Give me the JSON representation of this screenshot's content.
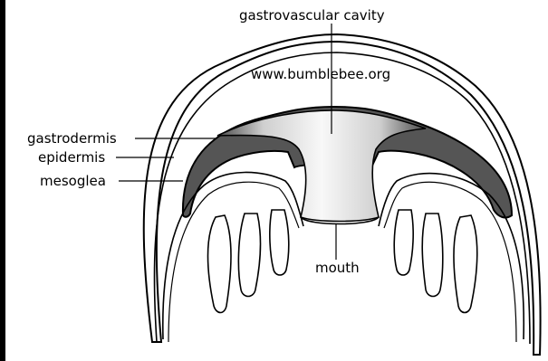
{
  "labels": {
    "gastrovascular_cavity": "gastrovascular cavity",
    "watermark": "www.bumblebee.org",
    "gastrodermis": "gastrodermis",
    "epidermis": "epidermis",
    "mesoglea": "mesoglea",
    "mouth": "mouth"
  },
  "colors": {
    "background": "#ffffff",
    "line": "#000000",
    "gastrodermis_fill": "#555555",
    "cavity_light": "#f7f7f7",
    "cavity_dark": "#bcbcbc"
  }
}
